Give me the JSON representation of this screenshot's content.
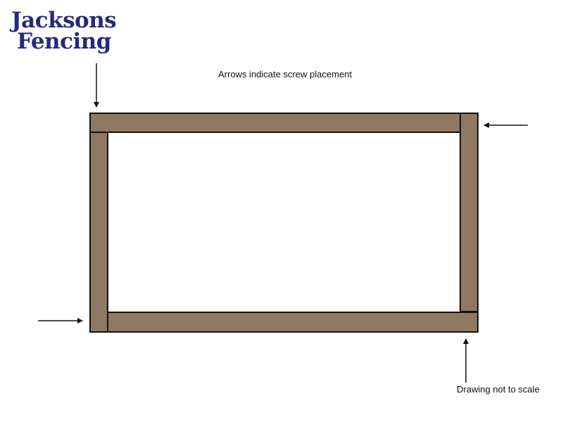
{
  "logo": {
    "line1": "Jacksons",
    "line2": "Fencing"
  },
  "instruction": "Arrows indicate screw placement",
  "note": "Drawing not to scale",
  "colors": {
    "timber": "#8f7962",
    "outline": "#111111",
    "logo": "#232b7a"
  }
}
